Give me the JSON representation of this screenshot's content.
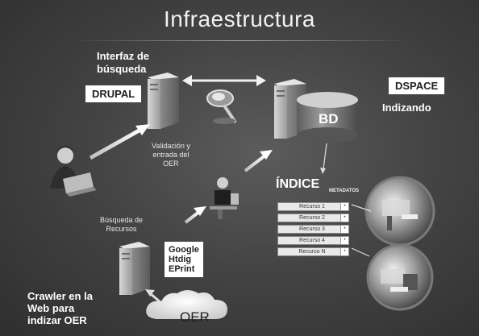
{
  "title": "Infraestructura",
  "labels": {
    "interfaz": [
      "Interfaz de",
      "búsqueda"
    ],
    "drupal": "DRUPAL",
    "dspace": "DSPACE",
    "indizando": "Indizando",
    "bd": "BD",
    "validacion": [
      "Validación y",
      "entrada del",
      "OER"
    ],
    "busqueda_recursos": [
      "Búsqueda de",
      "Recursos"
    ],
    "indice": "ÍNDICE",
    "metadatos": "METADATOS",
    "tools": [
      "Google",
      "Htdig",
      "EPrint"
    ],
    "crawler": [
      "Crawler en la",
      "Web para",
      "indizar OER"
    ],
    "oer": "OER"
  },
  "recursos": [
    "Recurso 1",
    "Recurso 2",
    "Recurso 3",
    "Recurso 4",
    "Recurso N"
  ],
  "colors": {
    "background": "#444444",
    "label_box": "#ffffff"
  },
  "icons": [
    "server-icon",
    "database-icon",
    "magnifier-icon",
    "user-laptop-icon",
    "user-desk-icon",
    "cloud-icon",
    "lens-photo-icon"
  ]
}
